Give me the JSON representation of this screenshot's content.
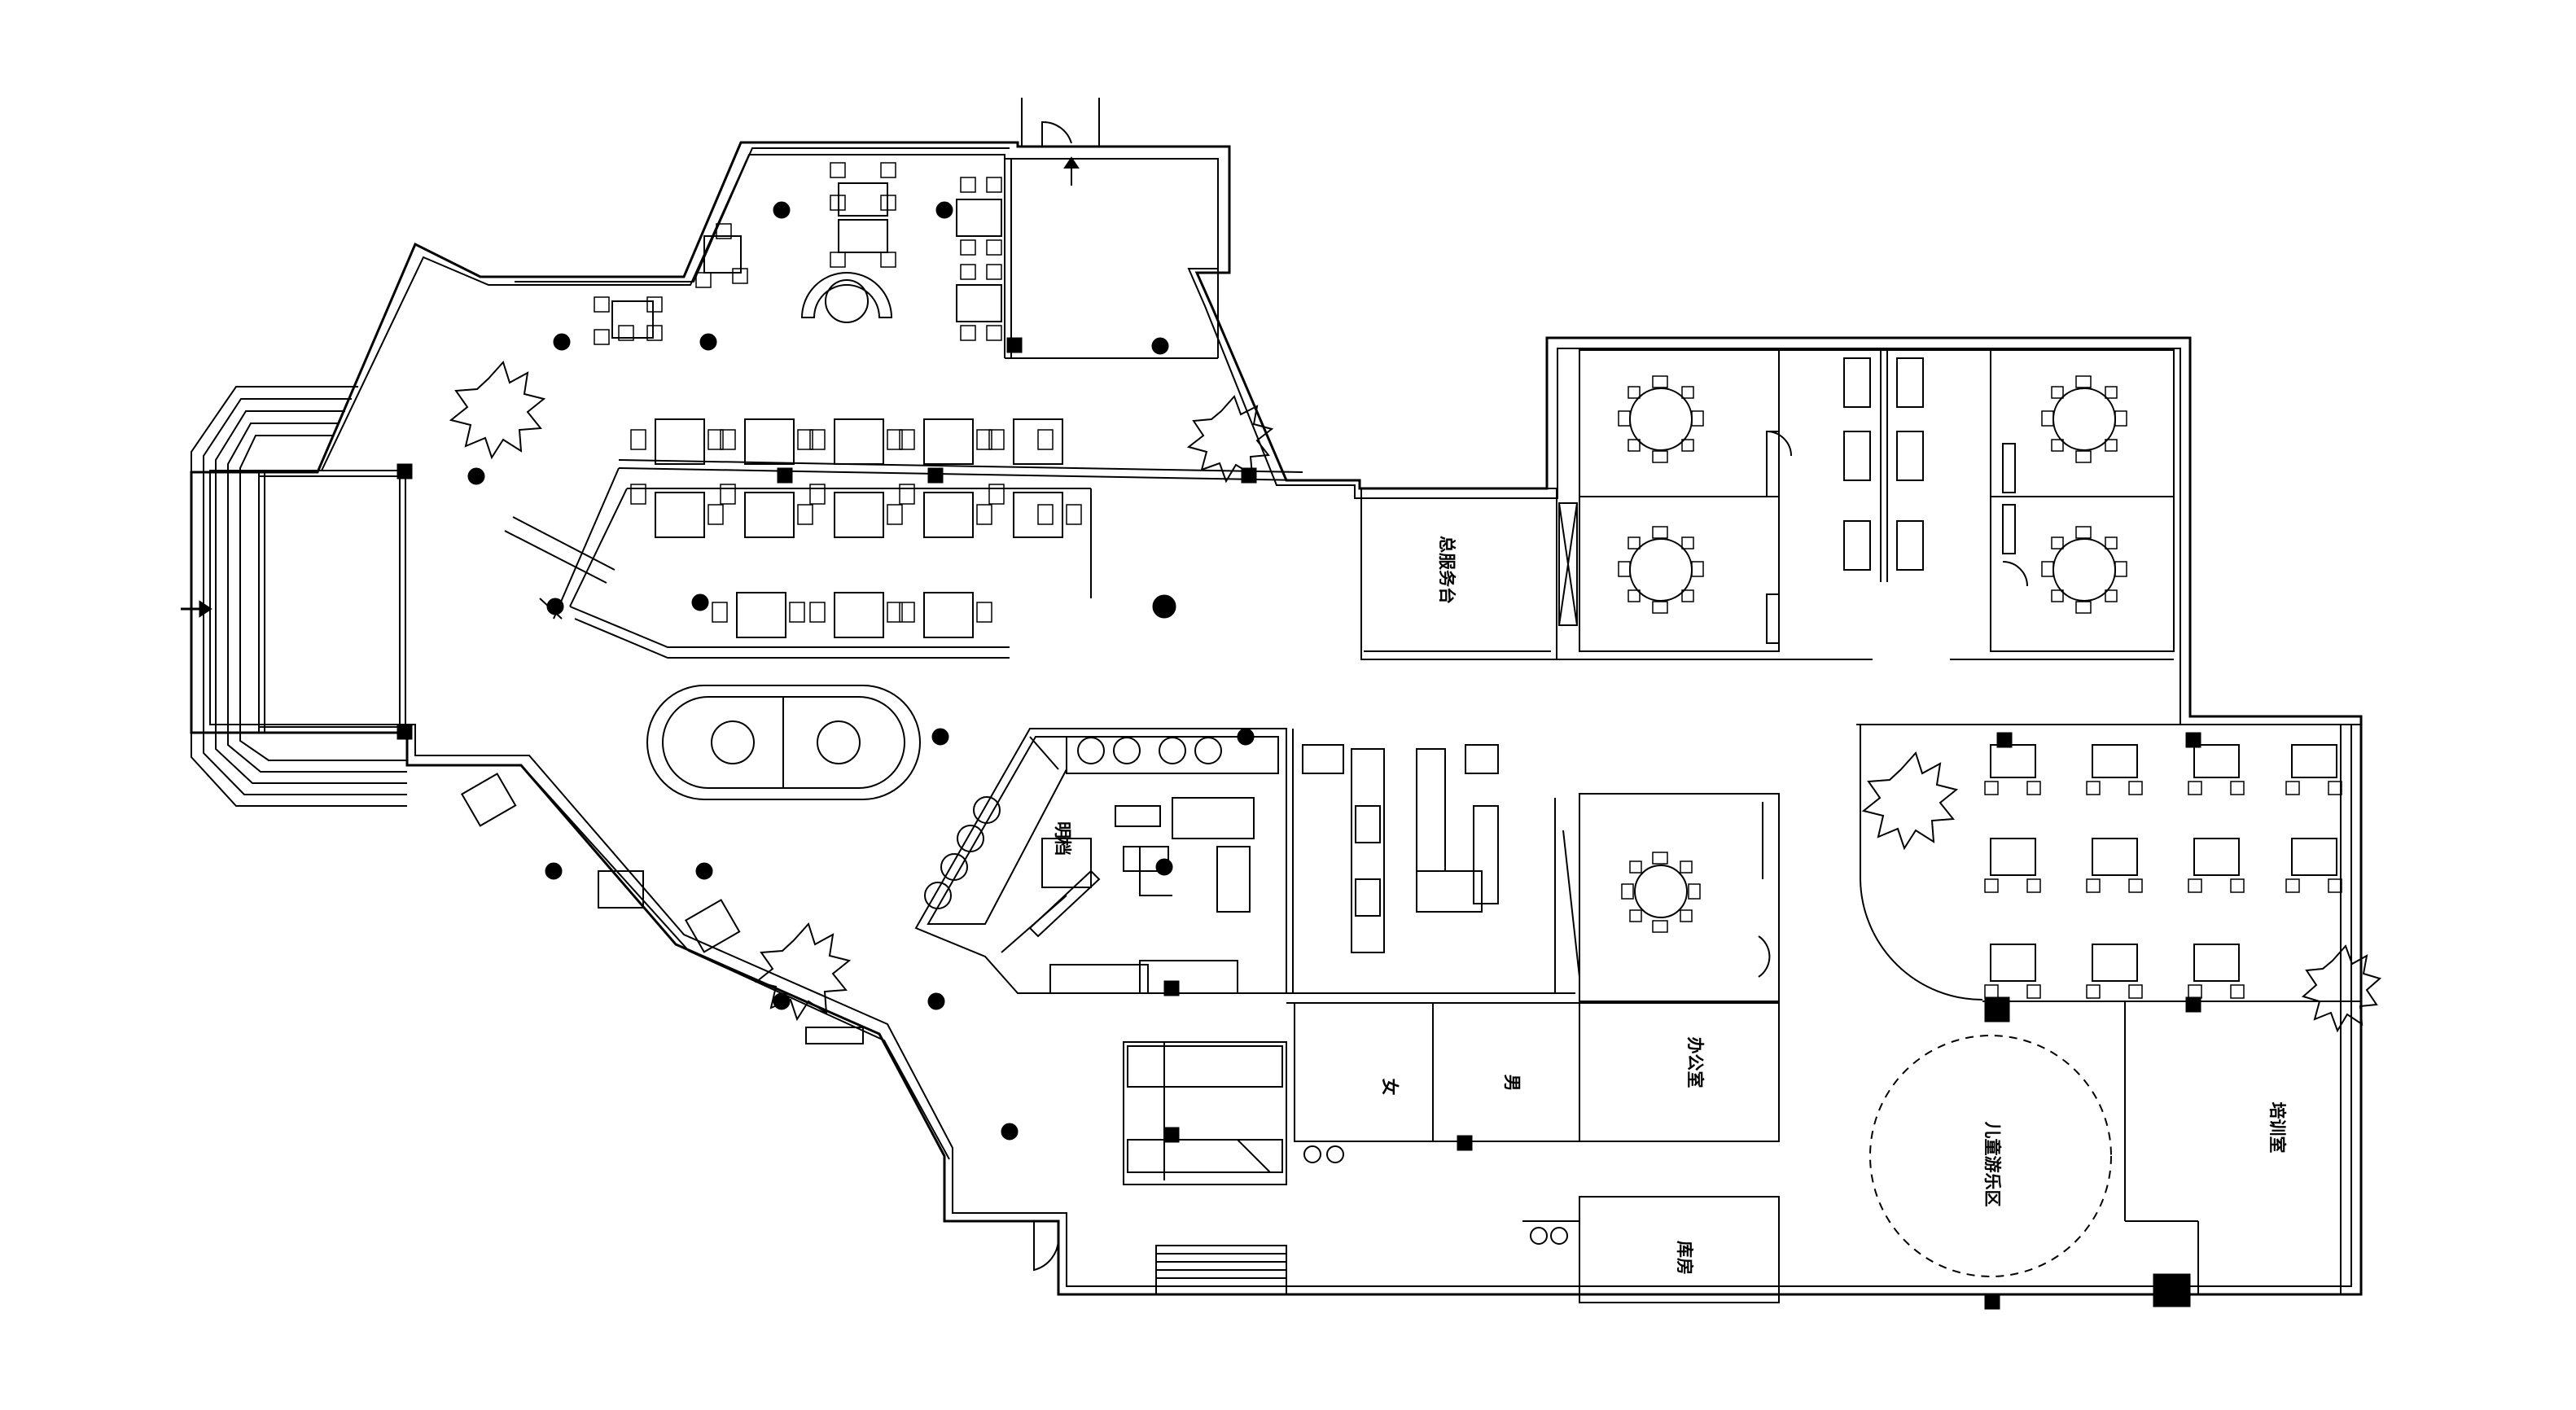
{
  "colors": {
    "line": "#000000",
    "background": "#ffffff"
  },
  "labels": {
    "front_desk": "总服务台",
    "open_kitchen": "明档",
    "female": "女",
    "male": "男",
    "office": "办公室",
    "storage": "库房",
    "kids_play_area": "儿童游乐区",
    "training_room": "培训室"
  }
}
